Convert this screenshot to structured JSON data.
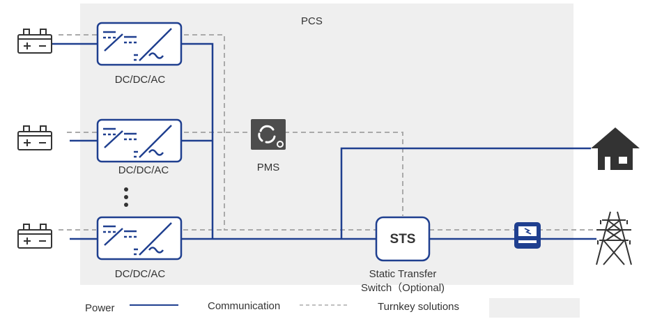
{
  "labels": {
    "pcs": "PCS",
    "converter_1": "DC/DC/AC",
    "converter_2": "DC/DC/AC",
    "converter_3": "DC/DC/AC",
    "pms": "PMS",
    "sts": "STS",
    "sts_caption_line1": "Static Transfer",
    "sts_caption_line2": "Switch（Optional)"
  },
  "legend": {
    "power": "Power",
    "communication": "Communication",
    "turnkey": "Turnkey solutions"
  },
  "colors": {
    "power_line": "#1f3f8f",
    "communication_line": "#aaaaaa",
    "pcs_area": "#efefef",
    "turnkey_area": "#efefef",
    "icon_dark": "#333333",
    "pms_box": "#4d4d4d",
    "meter": "#1f3f8f"
  },
  "icons": [
    "battery-icon",
    "dc-dc-ac-converter-icon",
    "pms-icon",
    "house-icon",
    "meter-icon",
    "transmission-tower-icon",
    "vertical-ellipsis-icon"
  ]
}
